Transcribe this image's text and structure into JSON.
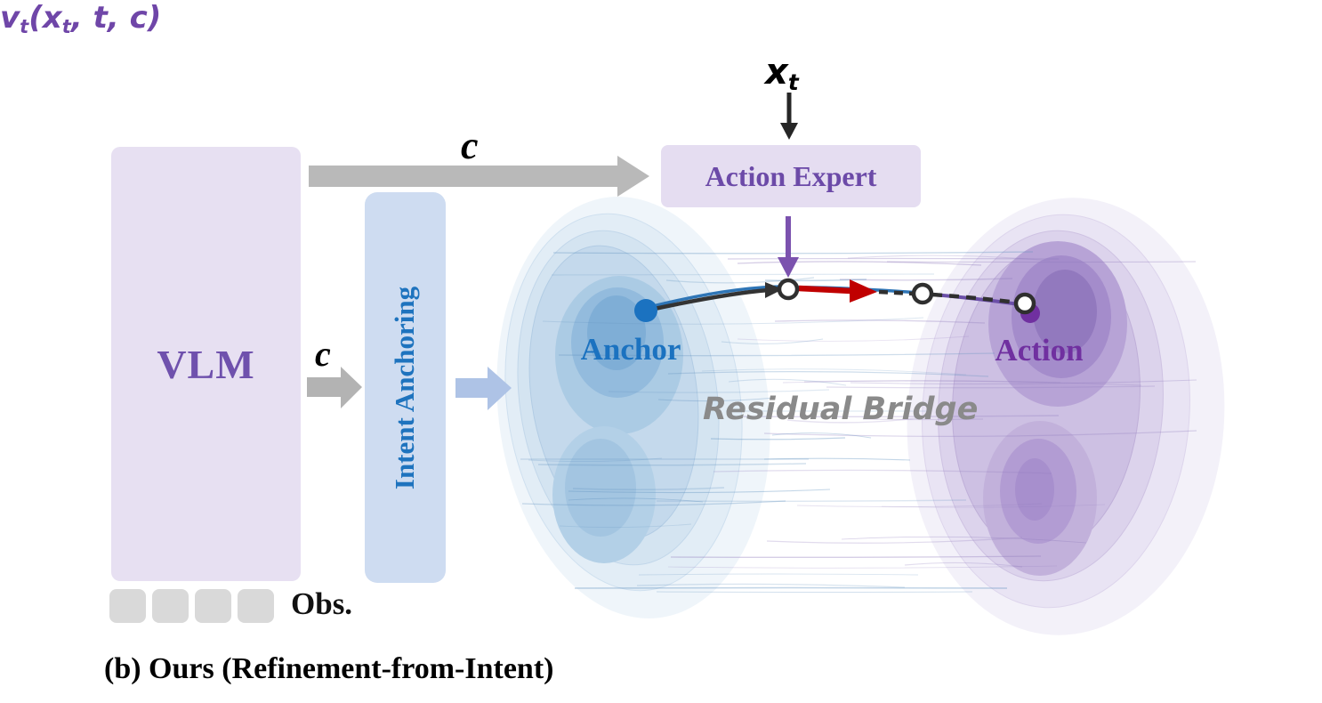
{
  "figure": {
    "caption": "(b) Ours (Refinement-from-Intent)",
    "blocks": {
      "vlm": "VLM",
      "intent_anchoring": "Intent Anchoring",
      "action_expert": "Action Expert"
    },
    "labels": {
      "obs": "Obs.",
      "anchor": "Anchor",
      "action": "Action",
      "residual_bridge": "Residual Bridge",
      "condition_top": "c",
      "condition_mid": "c",
      "noisy_action": {
        "base": "x",
        "sub": "t"
      },
      "velocity": {
        "base": "v",
        "sub": "t",
        "p1": "(x",
        "p1_sub": "t",
        "p2": ", t, c)"
      }
    },
    "colors": {
      "vlm_box_fill": "#E7E0F2",
      "vlm_text": "#6F51AD",
      "intent_box_fill": "#CEDCF1",
      "intent_text": "#1E73BE",
      "action_expert_box_fill": "#E5DDF1",
      "action_expert_text": "#6C4AA8",
      "anchor_text": "#1B72C0",
      "action_text": "#7030A0",
      "residual_bridge_text": "#8A8A8A",
      "condition_arrow_gray": "#B9B9B9",
      "intent_arrow_blue": "#AEC3E6",
      "velocity_arrow_purple": "#7B52AE",
      "residual_step_red": "#C00000",
      "obs_square_gray": "#D9D9D9",
      "anchor_dot": "#1B72C0",
      "action_dot": "#7030A0",
      "anchor_cloud_core": "#7FAED6",
      "action_cloud_core": "#9279BE"
    }
  }
}
